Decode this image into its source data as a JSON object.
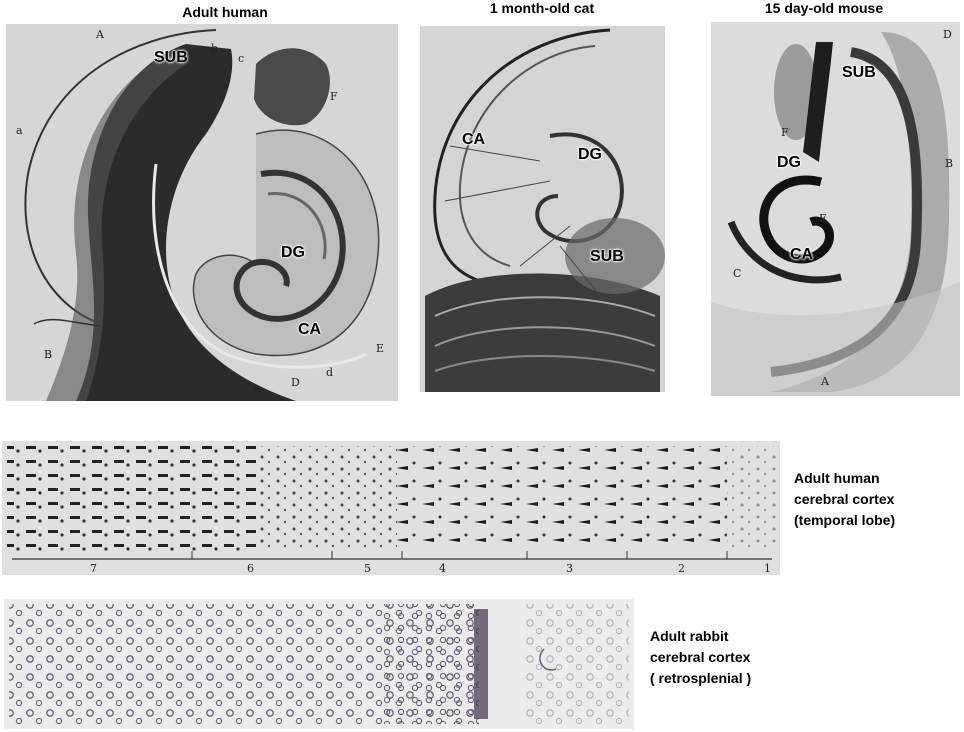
{
  "panels": {
    "human_hippocampus": {
      "title": "Adult human",
      "regions": {
        "sub": "SUB",
        "dg": "DG",
        "ca": "CA"
      },
      "letters": [
        "A",
        "a",
        "b",
        "c",
        "F",
        "B",
        "E",
        "e",
        "D",
        "d"
      ]
    },
    "cat_hippocampus": {
      "title": "1 month-old cat",
      "regions": {
        "ca": "CA",
        "dg": "DG",
        "sub": "SUB"
      }
    },
    "mouse_hippocampus": {
      "title": "15 day-old mouse",
      "regions": {
        "sub": "SUB",
        "dg": "DG",
        "ca": "CA"
      },
      "letters": [
        "D",
        "F",
        "B",
        "E",
        "C",
        "A"
      ]
    },
    "human_cortex": {
      "caption_lines": [
        "Adult human",
        "cerebral cortex",
        "(temporal lobe)"
      ],
      "layer_numbers": [
        "7",
        "6",
        "5",
        "4",
        "3",
        "2",
        "1"
      ]
    },
    "rabbit_cortex": {
      "caption_lines": [
        "Adult rabbit",
        "cerebral cortex",
        "( retrosplenial )"
      ]
    }
  }
}
